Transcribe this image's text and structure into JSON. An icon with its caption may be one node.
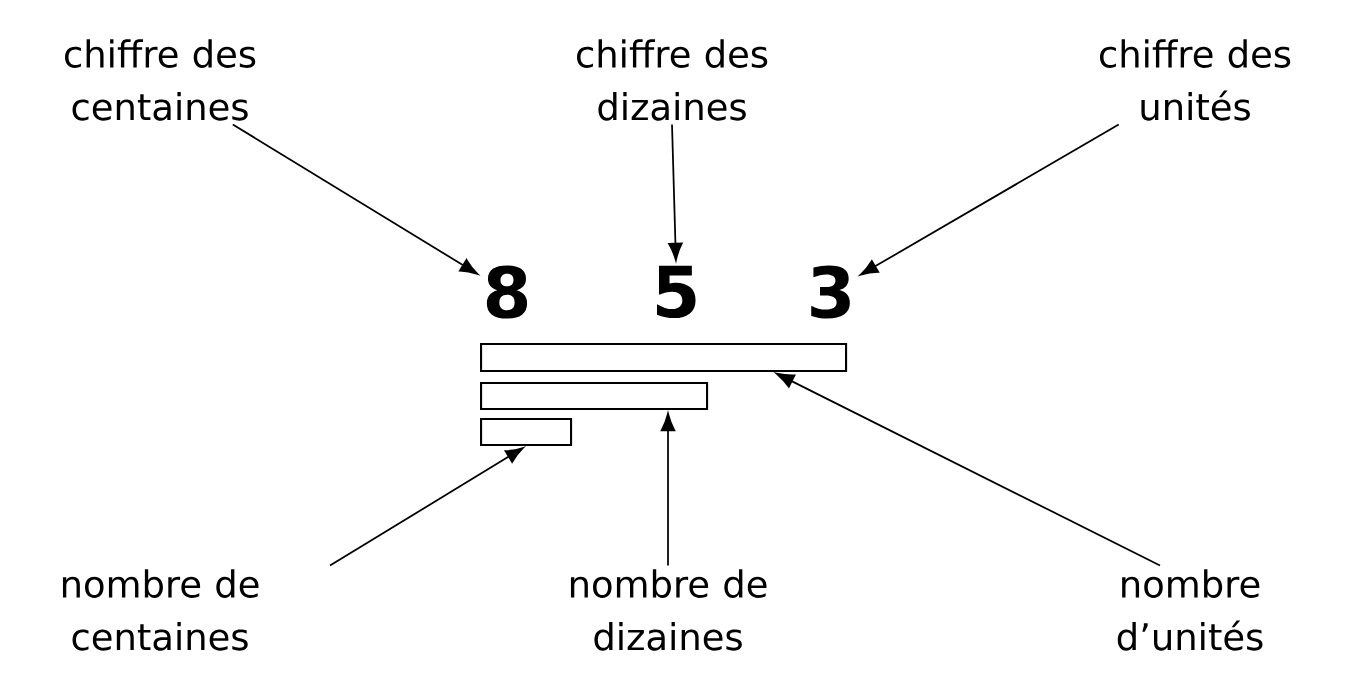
{
  "diagram": {
    "nodes": [
      {
        "text": [
          "chiffre des centaines"
        ]
      },
      {
        "text": [
          "chiffre des dizaines"
        ]
      },
      {
        "text": [
          "chiffre des unités"
        ]
      },
      {
        "text": [
          "8"
        ]
      },
      {
        "text": [
          "5"
        ]
      },
      {
        "text": [
          "3"
        ]
      },
      {
        "text": [],
        "shape": "bar"
      },
      {
        "text": [],
        "shape": "bar"
      },
      {
        "text": [],
        "shape": "bar"
      },
      {
        "text": [
          "nombre de centaines"
        ]
      },
      {
        "text": [
          "nombre de dizaines"
        ]
      },
      {
        "text": [
          "nombre d’unités"
        ]
      }
    ],
    "edges": [
      {
        "from": 0,
        "to": 3,
        "arrow": "to"
      },
      {
        "from": 1,
        "to": 4,
        "arrow": "to"
      },
      {
        "from": 2,
        "to": 5,
        "arrow": "to"
      },
      {
        "from": 9,
        "to": 8,
        "arrow": "to"
      },
      {
        "from": 10,
        "to": 7,
        "arrow": "to"
      },
      {
        "from": 11,
        "to": 6,
        "arrow": "to"
      }
    ]
  }
}
